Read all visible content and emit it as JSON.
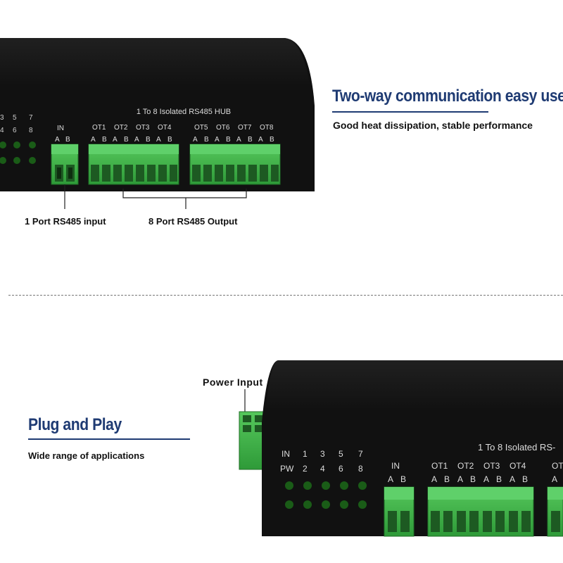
{
  "top_section": {
    "heading": "Two-way communication easy use",
    "subtext": "Good heat dissipation, stable performance",
    "device_label": "1 To 8 Isolated RS485 HUB",
    "led_top_row": [
      "3",
      "5",
      "7"
    ],
    "led_bottom_row": [
      "4",
      "6",
      "8"
    ],
    "input_label": "IN",
    "output_labels_left": [
      "OT1",
      "OT2",
      "OT3",
      "OT4"
    ],
    "output_labels_right": [
      "OT5",
      "OT6",
      "OT7",
      "OT8"
    ],
    "pin_a": "A",
    "pin_b": "B",
    "callout_input": "1 Port RS485 input",
    "callout_output": "8 Port RS485 Output"
  },
  "bottom_section": {
    "heading": "Plug and Play",
    "subtext": "Wide range of applications",
    "callout_power": "Power Input",
    "device_label": "1 To 8 Isolated RS-",
    "led_top_row": [
      "IN",
      "1",
      "3",
      "5",
      "7"
    ],
    "led_bottom_row": [
      "PW",
      "2",
      "4",
      "6",
      "8"
    ],
    "input_label": "IN",
    "output_labels": [
      "OT1",
      "OT2",
      "OT3",
      "OT4",
      "OT"
    ],
    "pin_a": "A",
    "pin_b": "B"
  },
  "colors": {
    "heading_blue": "#1f3b73",
    "case_black": "#121212",
    "terminal_green": "#3fb44a",
    "led_green": "#1a5c17"
  }
}
